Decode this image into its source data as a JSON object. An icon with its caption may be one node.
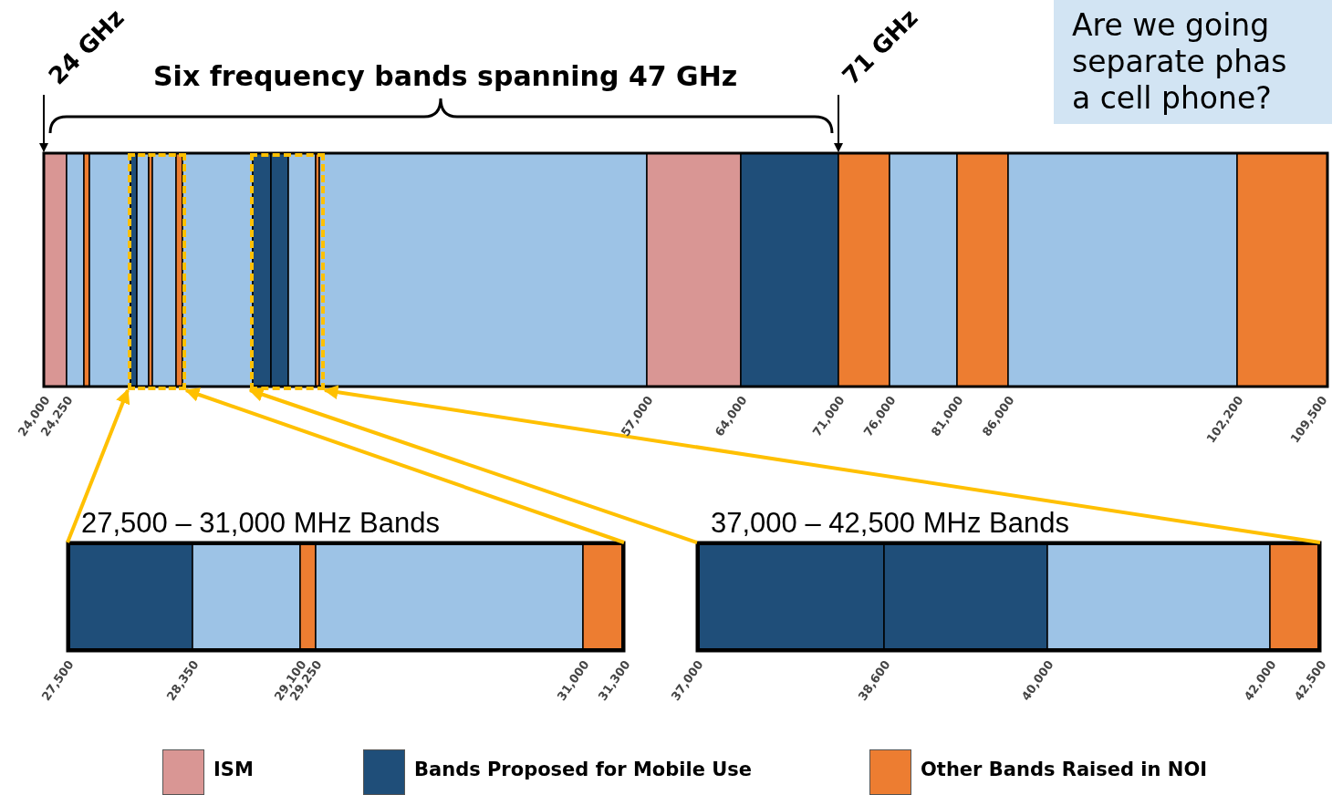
{
  "diagram": {
    "nodes": [
      {
        "text": [
          "Are we going separate phas a cell phone?"
        ]
      },
      {
        "text": [],
        "shape": "box"
      },
      {
        "text": [],
        "shape": "box"
      },
      {
        "text": [
          "27,500 – 31,000 MHz Bands"
        ]
      },
      {
        "text": [
          "37,000 – 42,500 MHz Bands"
        ]
      }
    ],
    "edges": [
      {
        "from": 3,
        "to": 1,
        "arrow": "to"
      },
      {
        "from": 3,
        "to": 1,
        "arrow": "to"
      },
      {
        "from": 4,
        "to": 2,
        "arrow": "to"
      },
      {
        "from": 4,
        "to": 2,
        "arrow": "to"
      }
    ],
    "labels": [
      "24 GHz",
      "Six frequency bands spanning 47 GHz",
      "71 GHz",
      "24,000",
      "24,250",
      "57,000",
      "64,000",
      "71,000",
      "76,000",
      "81,000",
      "86,000",
      "102,200",
      "109,500",
      "27,500",
      "28,350",
      "29,100",
      "29,250",
      "31,000",
      "31,300",
      "37,000",
      "38,600",
      "40,000",
      "42,000",
      "42,500"
    ],
    "legend": [
      {
        "text": "ISM",
        "color": "#d99694"
      },
      {
        "text": "Bands Proposed for Mobile Use",
        "color": "#1f4e79"
      },
      {
        "text": "Other Bands Raised in NOI",
        "color": "#ed7d31"
      }
    ]
  }
}
